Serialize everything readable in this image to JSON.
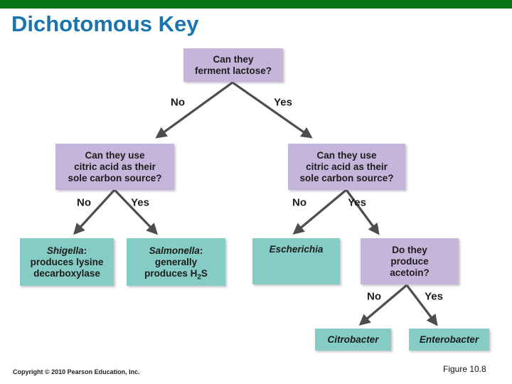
{
  "title": "Dichotomous Key",
  "footer": {
    "copyright": "Copyright © 2010 Pearson Education, Inc.",
    "figure_label": "Figure 10.8"
  },
  "colors": {
    "header_bar": "#0A7418",
    "title_text": "#1B74AD",
    "question_box_purple": "#C6B5DA",
    "result_box_teal": "#85CCC5",
    "connector_gray": "#4D4D4D",
    "box_text": "#1C1C1C"
  },
  "nodes": {
    "q_lactose": {
      "line1": "Can they",
      "line2": "ferment lactose?"
    },
    "q_citric_left": {
      "line1": "Can they use",
      "line2": "citric acid as their",
      "line3": "sole carbon source?"
    },
    "q_citric_right": {
      "line1": "Can they use",
      "line2": "citric acid as their",
      "line3": "sole carbon source?"
    },
    "shigella": {
      "genus": "Shigella",
      "colon": ":",
      "line2": "produces lysine",
      "line3": "decarboxylase"
    },
    "salmonella": {
      "genus": "Salmonella",
      "colon": ":",
      "line2": "generally",
      "line3_prefix": "produces H",
      "line3_sub": "2",
      "line3_suffix": "S"
    },
    "escherichia": {
      "genus": "Escherichia"
    },
    "q_acetoin": {
      "line1": "Do they",
      "line2": "produce",
      "line3": "acetoin?"
    },
    "citrobacter": {
      "genus": "Citrobacter"
    },
    "enterobacter": {
      "genus": "Enterobacter"
    }
  },
  "branches": {
    "lactose": {
      "no": "No",
      "yes": "Yes"
    },
    "citric_left": {
      "no": "No",
      "yes": "Yes"
    },
    "citric_right": {
      "no": "No",
      "yes": "Yes"
    },
    "acetoin": {
      "no": "No",
      "yes": "Yes"
    }
  }
}
